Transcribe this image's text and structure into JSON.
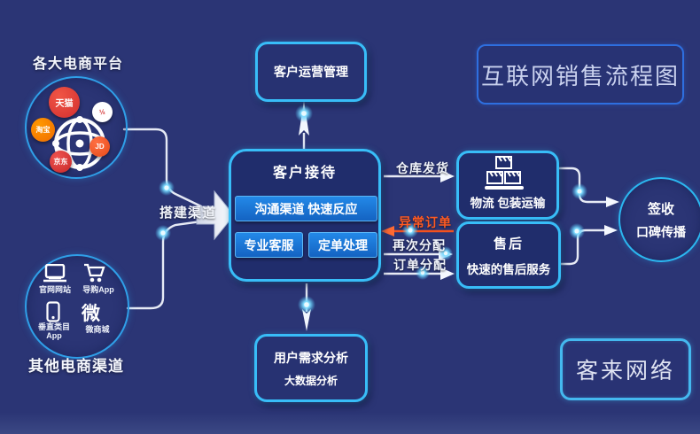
{
  "header": {
    "title": "互联网销售流程图",
    "brand": "客来网络"
  },
  "platforms": {
    "title": "各大电商平台",
    "badge_tmall": "天猫",
    "badge_taobao": "淘宝",
    "badge_jingdong": "京东",
    "badge_jd": "JD"
  },
  "other_channels": {
    "title": "其他电商渠道",
    "item_website": "官网网站",
    "item_guide_app": "导购App",
    "item_vertical_line1": "垂直类目",
    "item_vertical_line2": "App",
    "item_wechat_mall": "微商城",
    "wechat_glyph": "微"
  },
  "reception": {
    "title": "客户接待",
    "btn_channel": "沟通渠道 快速反应",
    "btn_service": "专业客服",
    "btn_order": "定单处理"
  },
  "operation_box": {
    "label": "客户运营管理"
  },
  "analysis_box": {
    "line1": "用户需求分析",
    "line2": "大数据分析"
  },
  "logistics_box": {
    "label": "物流 包装运输"
  },
  "aftersale_box": {
    "line1": "售后",
    "line2": "快速的售后服务"
  },
  "receipt": {
    "line1": "签收",
    "line2": "口碑传播"
  },
  "flows": {
    "build": "搭建渠道",
    "ship": "仓库发货",
    "abnormal": "异常订单",
    "redistribute": "再次分配",
    "allocate": "订单分配"
  },
  "colors": {
    "background": "#2b3575",
    "accent_cyan": "#38bdf8",
    "button_blue": "#1a73d4",
    "alert_orange": "#ff5a22",
    "badge_red": "#e53935",
    "badge_orange": "#f57c00",
    "line_light": "#e6eaf5"
  }
}
